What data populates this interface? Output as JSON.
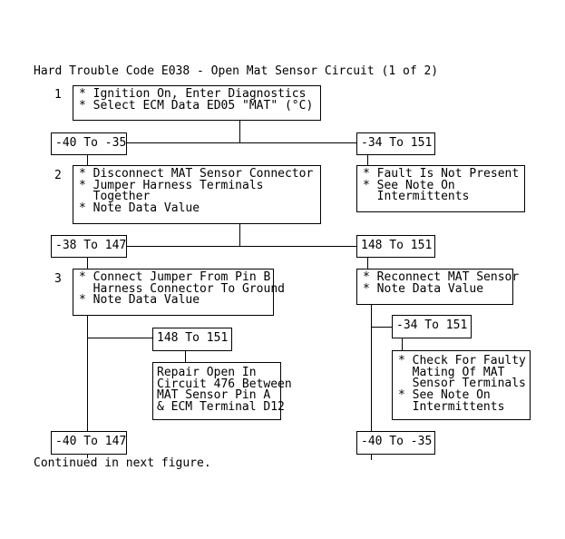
{
  "title": "Hard Trouble Code E038 - Open Mat Sensor Circuit (1 of 2)",
  "footer": "Continued in next figure.",
  "steps": {
    "s1": {
      "num": "1",
      "text": "* Ignition On, Enter Diagnostics\n* Select ECM Data ED05 \"MAT\" (°C)"
    },
    "s2": {
      "num": "2",
      "text": "* Disconnect MAT Sensor Connector\n* Jumper Harness Terminals\n  Together\n* Note Data Value"
    },
    "s3": {
      "num": "3",
      "text": "* Connect Jumper From Pin B\n  Harness Connector To Ground\n* Note Data Value"
    },
    "fault_not_present": "* Fault Is Not Present\n* See Note On\n  Intermittents",
    "reconnect": "* Reconnect MAT Sensor\n* Note Data Value",
    "repair_open": "Repair Open In\nCircuit 476 Between\nMAT Sensor Pin A\n& ECM Terminal D12",
    "check_mating": "* Check For Faulty\n  Mating Of MAT\n  Sensor Terminals\n* See Note On\n  Intermittents"
  },
  "ranges": {
    "r1_left": "-40 To -35",
    "r1_right": "-34 To 151",
    "r2_left": "-38 To 147",
    "r2_right": "148 To 151",
    "r3_mid": "148 To 151",
    "r3_right": "-34 To 151",
    "end_left": "-40 To 147",
    "end_right": "-40 To -35"
  }
}
